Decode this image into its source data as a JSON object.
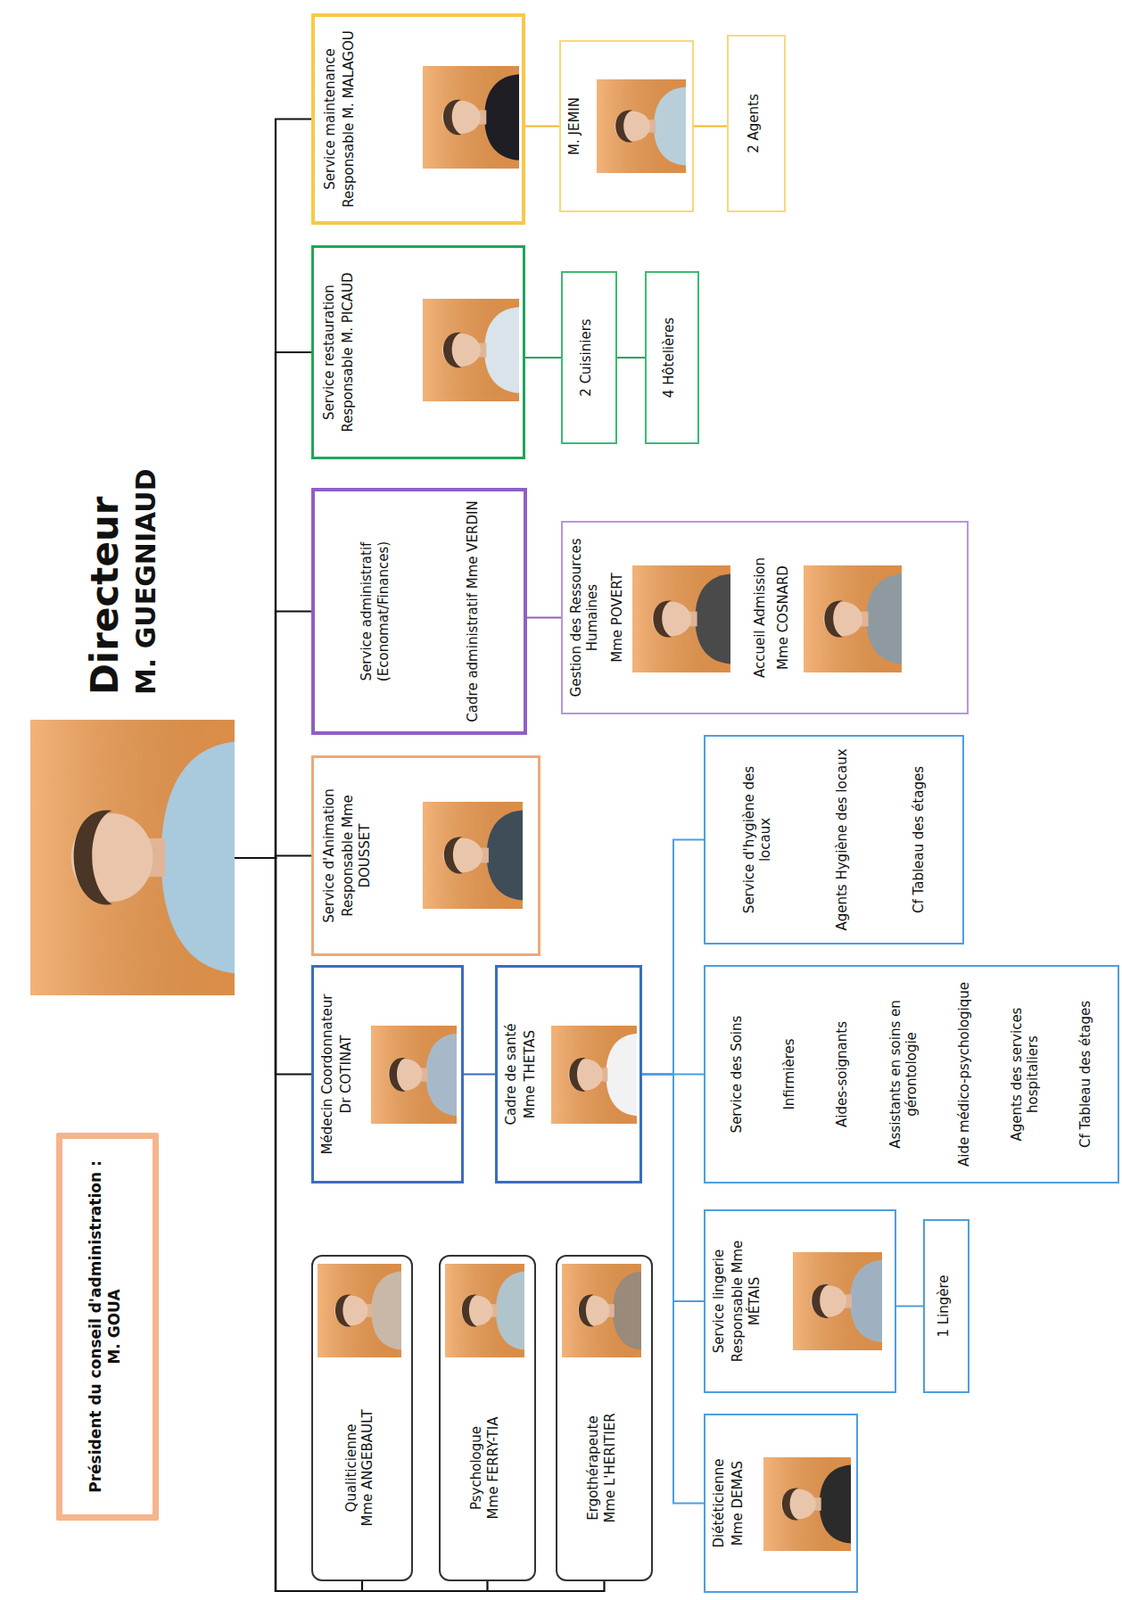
{
  "diagram": {
    "nodes": [
      {
        "text": [
          "Président du conseil d'administration : M. GOUA"
        ]
      },
      {
        "text": [
          "Directeur",
          "M. GUEGNIAUD"
        ]
      },
      {
        "text": [
          "Qualiticienne",
          "Mme ANGEBAULT"
        ]
      },
      {
        "text": [
          "Psychologue",
          "Mme FERRY-TIA"
        ]
      },
      {
        "text": [
          "Ergothérapeute",
          "Mme L'HERITIER"
        ]
      },
      {
        "text": [
          "Médecin Coordonnateur",
          "Dr COTINAT"
        ]
      },
      {
        "text": [
          "Cadre de santé",
          "Mme THETAS"
        ]
      },
      {
        "text": [
          "Service d'Animation",
          "Responsable Mme DOUSSET"
        ]
      },
      {
        "text": [
          "Service administratif (Economat/Finances)",
          "Cadre administratif Mme VERDIN"
        ]
      },
      {
        "text": [
          "Gestion des Ressources Humaines",
          "Mme POVERT",
          "Accueil Admission",
          "Mme COSNARD"
        ]
      },
      {
        "text": [
          "Service restauration",
          "Responsable M. PICAUD"
        ]
      },
      {
        "text": [
          "2 Cuisiniers"
        ]
      },
      {
        "text": [
          "4 Hôtelières"
        ]
      },
      {
        "text": [
          "Service maintenance",
          "Responsable M. MALAGOU"
        ]
      },
      {
        "text": [
          "M. JEMIN"
        ]
      },
      {
        "text": [
          "2 Agents"
        ]
      },
      {
        "text": [
          "Service d'hygiène des locaux",
          "Agents Hygiène des locaux",
          "Cf Tableau des étages"
        ]
      },
      {
        "text": [
          "Service des Soins",
          "Infirmières",
          "Aides-soignants",
          "Assistants en soins en gérontologie",
          "Aide médico-psychologique",
          "Agents des services hospitaliers",
          "Cf Tableau des étages"
        ]
      },
      {
        "text": [
          "Service lingerie",
          "Responsable Mme MÉTAIS"
        ]
      },
      {
        "text": [
          "1 Lingère"
        ]
      },
      {
        "text": [
          "Diététicienne",
          "Mme DEMAS"
        ]
      }
    ],
    "edges": [
      {
        "from": 1,
        "to": 2,
        "arrow": "none"
      },
      {
        "from": 1,
        "to": 3,
        "arrow": "none"
      },
      {
        "from": 1,
        "to": 4,
        "arrow": "none"
      },
      {
        "from": 1,
        "to": 5,
        "arrow": "none"
      },
      {
        "from": 1,
        "to": 7,
        "arrow": "none"
      },
      {
        "from": 1,
        "to": 8,
        "arrow": "none"
      },
      {
        "from": 1,
        "to": 10,
        "arrow": "none"
      },
      {
        "from": 1,
        "to": 13,
        "arrow": "none"
      },
      {
        "from": 5,
        "to": 6,
        "arrow": "none"
      },
      {
        "from": 8,
        "to": 9,
        "arrow": "none"
      },
      {
        "from": 10,
        "to": 11,
        "arrow": "none"
      },
      {
        "from": 11,
        "to": 12,
        "arrow": "none"
      },
      {
        "from": 13,
        "to": 14,
        "arrow": "none"
      },
      {
        "from": 14,
        "to": 15,
        "arrow": "none"
      },
      {
        "from": 6,
        "to": 16,
        "arrow": "none"
      },
      {
        "from": 6,
        "to": 17,
        "arrow": "none"
      },
      {
        "from": 6,
        "to": 18,
        "arrow": "none"
      },
      {
        "from": 6,
        "to": 20,
        "arrow": "none"
      },
      {
        "from": 18,
        "to": 19,
        "arrow": "none"
      }
    ]
  }
}
